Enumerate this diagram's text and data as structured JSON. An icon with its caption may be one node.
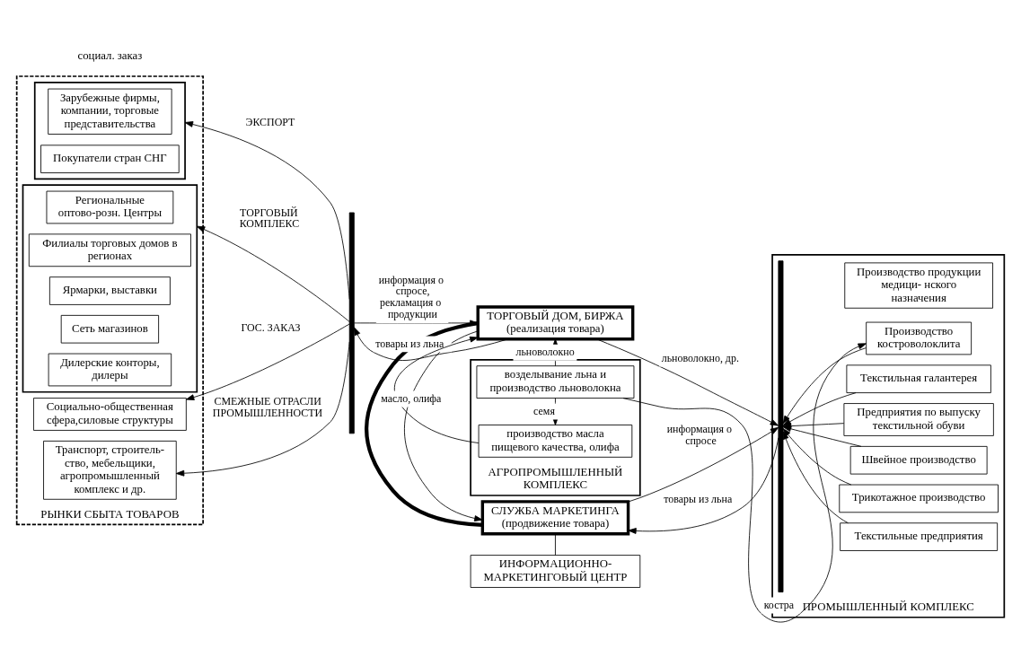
{
  "diagram": {
    "nodes": [
      {
        "text": [
          "РЫНКИ СБЫТА ТОВАРОВ"
        ]
      },
      {
        "text": [],
        "shape": "box",
        "in": 0
      },
      {
        "text": [
          "Зарубежные фирмы, компании, торговые представительства"
        ],
        "in": 1
      },
      {
        "text": [
          "Покупатели стран СНГ"
        ],
        "in": 1
      },
      {
        "text": [],
        "shape": "box",
        "in": 0
      },
      {
        "text": [
          "Региональные оптово-розн. Центры"
        ],
        "in": 4
      },
      {
        "text": [
          "Филиалы торговых домов в регионах"
        ],
        "in": 4
      },
      {
        "text": [
          "Ярмарки, выставки"
        ],
        "in": 4
      },
      {
        "text": [
          "Сеть магазинов"
        ],
        "in": 4
      },
      {
        "text": [
          "Дилерские конторы, дилеры"
        ],
        "in": 4
      },
      {
        "text": [
          "Социально-общественная сфера,силовые структуры"
        ],
        "in": 0
      },
      {
        "text": [
          "Транспорт, строитель- ство, мебельщики, агропромышленный комплекс и др."
        ],
        "in": 0
      },
      {
        "text": [
          "ИНФОРМАЦИОННО- МАРКЕТИНГОВЫЙ ЦЕНТР"
        ]
      },
      {
        "text": [
          "СЛУЖБА МАРКЕТИНГА",
          "(продвижение товара)"
        ]
      },
      {
        "text": [
          "ТОРГОВЫЙ ДОМ, БИРЖА",
          "(реализация товара)"
        ]
      },
      {
        "text": [
          "АГРОПРОМЫШЛЕННЫЙ КОМПЛЕКС"
        ]
      },
      {
        "text": [
          "возделывание льна и производство льноволокна"
        ],
        "in": 15
      },
      {
        "text": [
          "производство масла пищевого качества, олифа"
        ],
        "in": 15
      },
      {
        "text": [
          "ПРОМЫШЛЕННЫЙ КОМПЛЕКС"
        ]
      },
      {
        "text": [
          "Текстильные предприятия"
        ],
        "in": 18
      },
      {
        "text": [
          "Трикотажное производство"
        ],
        "in": 18
      },
      {
        "text": [
          "Швейное производство"
        ],
        "in": 18
      },
      {
        "text": [
          "Предприятия по выпуску текстильной обуви"
        ],
        "in": 18
      },
      {
        "text": [
          "Текстильная галантерея"
        ],
        "in": 18
      },
      {
        "text": [
          "Производство продукции медици- нского назначения"
        ],
        "in": 18
      },
      {
        "text": [
          "Производство костроволоклита"
        ],
        "in": 18
      },
      {
        "text": [],
        "shape": "bar",
        "in": 18
      },
      {
        "text": [],
        "shape": "bar"
      }
    ],
    "edges": [
      {
        "from": 12,
        "to": 13,
        "arrow": "none"
      },
      {
        "from": 14,
        "to": 13,
        "arrow": "to"
      },
      {
        "from": 14,
        "to": 13,
        "arrow": "none",
        "style": "thick"
      },
      {
        "from": 13,
        "to": 26,
        "arrow": "to",
        "label": "информация о спросе"
      },
      {
        "from": 26,
        "to": 13,
        "arrow": "to",
        "label": "товары из льна"
      },
      {
        "from": 14,
        "to": 26,
        "arrow": "to",
        "label": "льноволокно, др."
      },
      {
        "from": 14,
        "to": 27,
        "arrow": "to",
        "label": "товары из льна"
      },
      {
        "from": 27,
        "to": 1,
        "arrow": "to",
        "label": "ЭКСПОРТ"
      },
      {
        "from": 27,
        "to": 4,
        "arrow": "to",
        "label": "ТОРГОВЫЙ КОМПЛЕКС"
      },
      {
        "from": 27,
        "to": 10,
        "arrow": "to",
        "label": "ГОС. ЗАКАЗ"
      },
      {
        "from": 27,
        "to": 11,
        "arrow": "to",
        "label": "СМЕЖНЫЕ ОТРАСЛИ ПРОМЫШЛЕННОСТИ"
      },
      {
        "from": 27,
        "to": 14,
        "arrow": "to",
        "label": "информация о спросе, рекламация о продукции"
      },
      {
        "from": 16,
        "to": 14,
        "arrow": "to",
        "label": "льноволокно"
      },
      {
        "from": 17,
        "to": 14,
        "arrow": "to",
        "label": "масло, олифа"
      },
      {
        "from": 16,
        "to": 17,
        "arrow": "to",
        "label": "семя"
      },
      {
        "from": 16,
        "to": 25,
        "arrow": "to",
        "label": "костра"
      },
      {
        "from": 19,
        "to": 26,
        "arrow": "to"
      },
      {
        "from": 20,
        "to": 26,
        "arrow": "to"
      },
      {
        "from": 21,
        "to": 26,
        "arrow": "to"
      },
      {
        "from": 22,
        "to": 26,
        "arrow": "to"
      },
      {
        "from": 23,
        "to": 26,
        "arrow": "to"
      },
      {
        "from": 25,
        "to": 26,
        "arrow": "to"
      }
    ],
    "labels": [
      "социал. заказ"
    ]
  }
}
